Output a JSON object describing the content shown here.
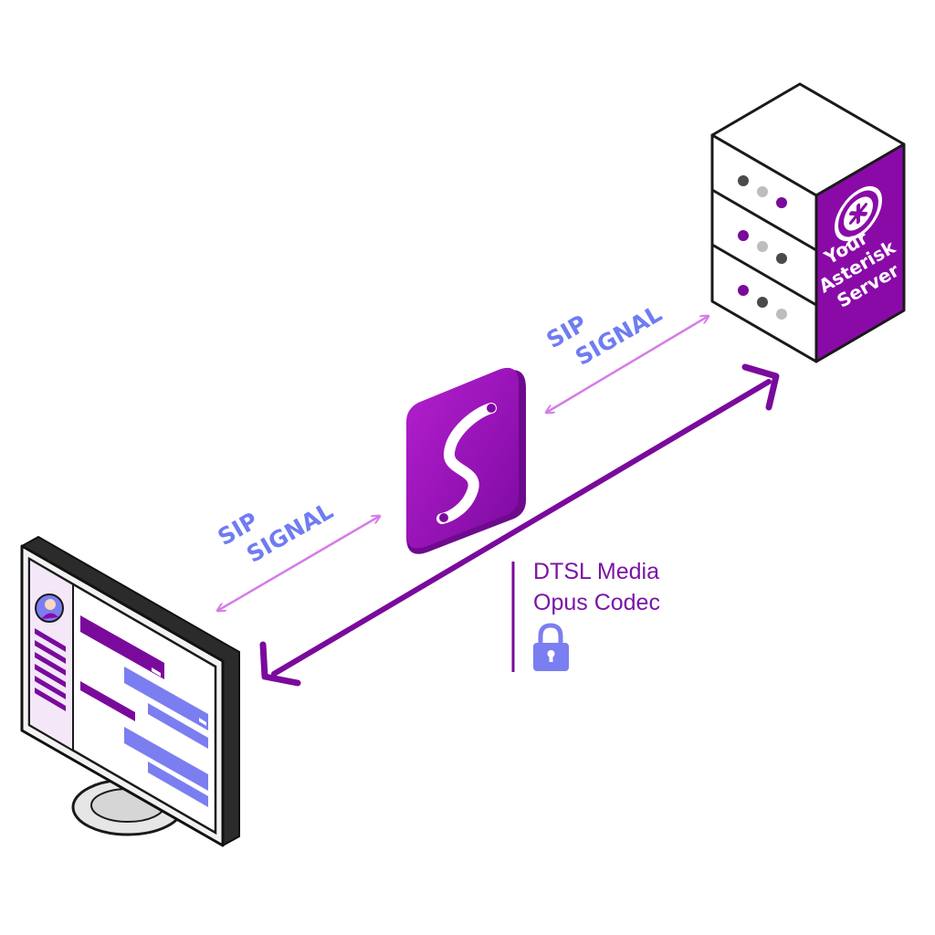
{
  "server": {
    "label_lines": [
      "Your",
      "Asterisk",
      "Server"
    ],
    "icon": "asterisk-icon"
  },
  "signals": {
    "left": {
      "line1": "SIP",
      "line2": "SIGNAL"
    },
    "right": {
      "line1": "SIP",
      "line2": "SIGNAL"
    }
  },
  "media": {
    "line1": "DTSL Media",
    "line2": "Opus Codec",
    "icon": "padlock-icon"
  },
  "app": {
    "icon": "s-logo-icon"
  },
  "colors": {
    "purple": "#8a0aa8",
    "dark_purple": "#6c0a8c",
    "signal_arrow": "#d57ce8",
    "signal_text": "#6f7cf2",
    "lock": "#7b7ef0"
  }
}
